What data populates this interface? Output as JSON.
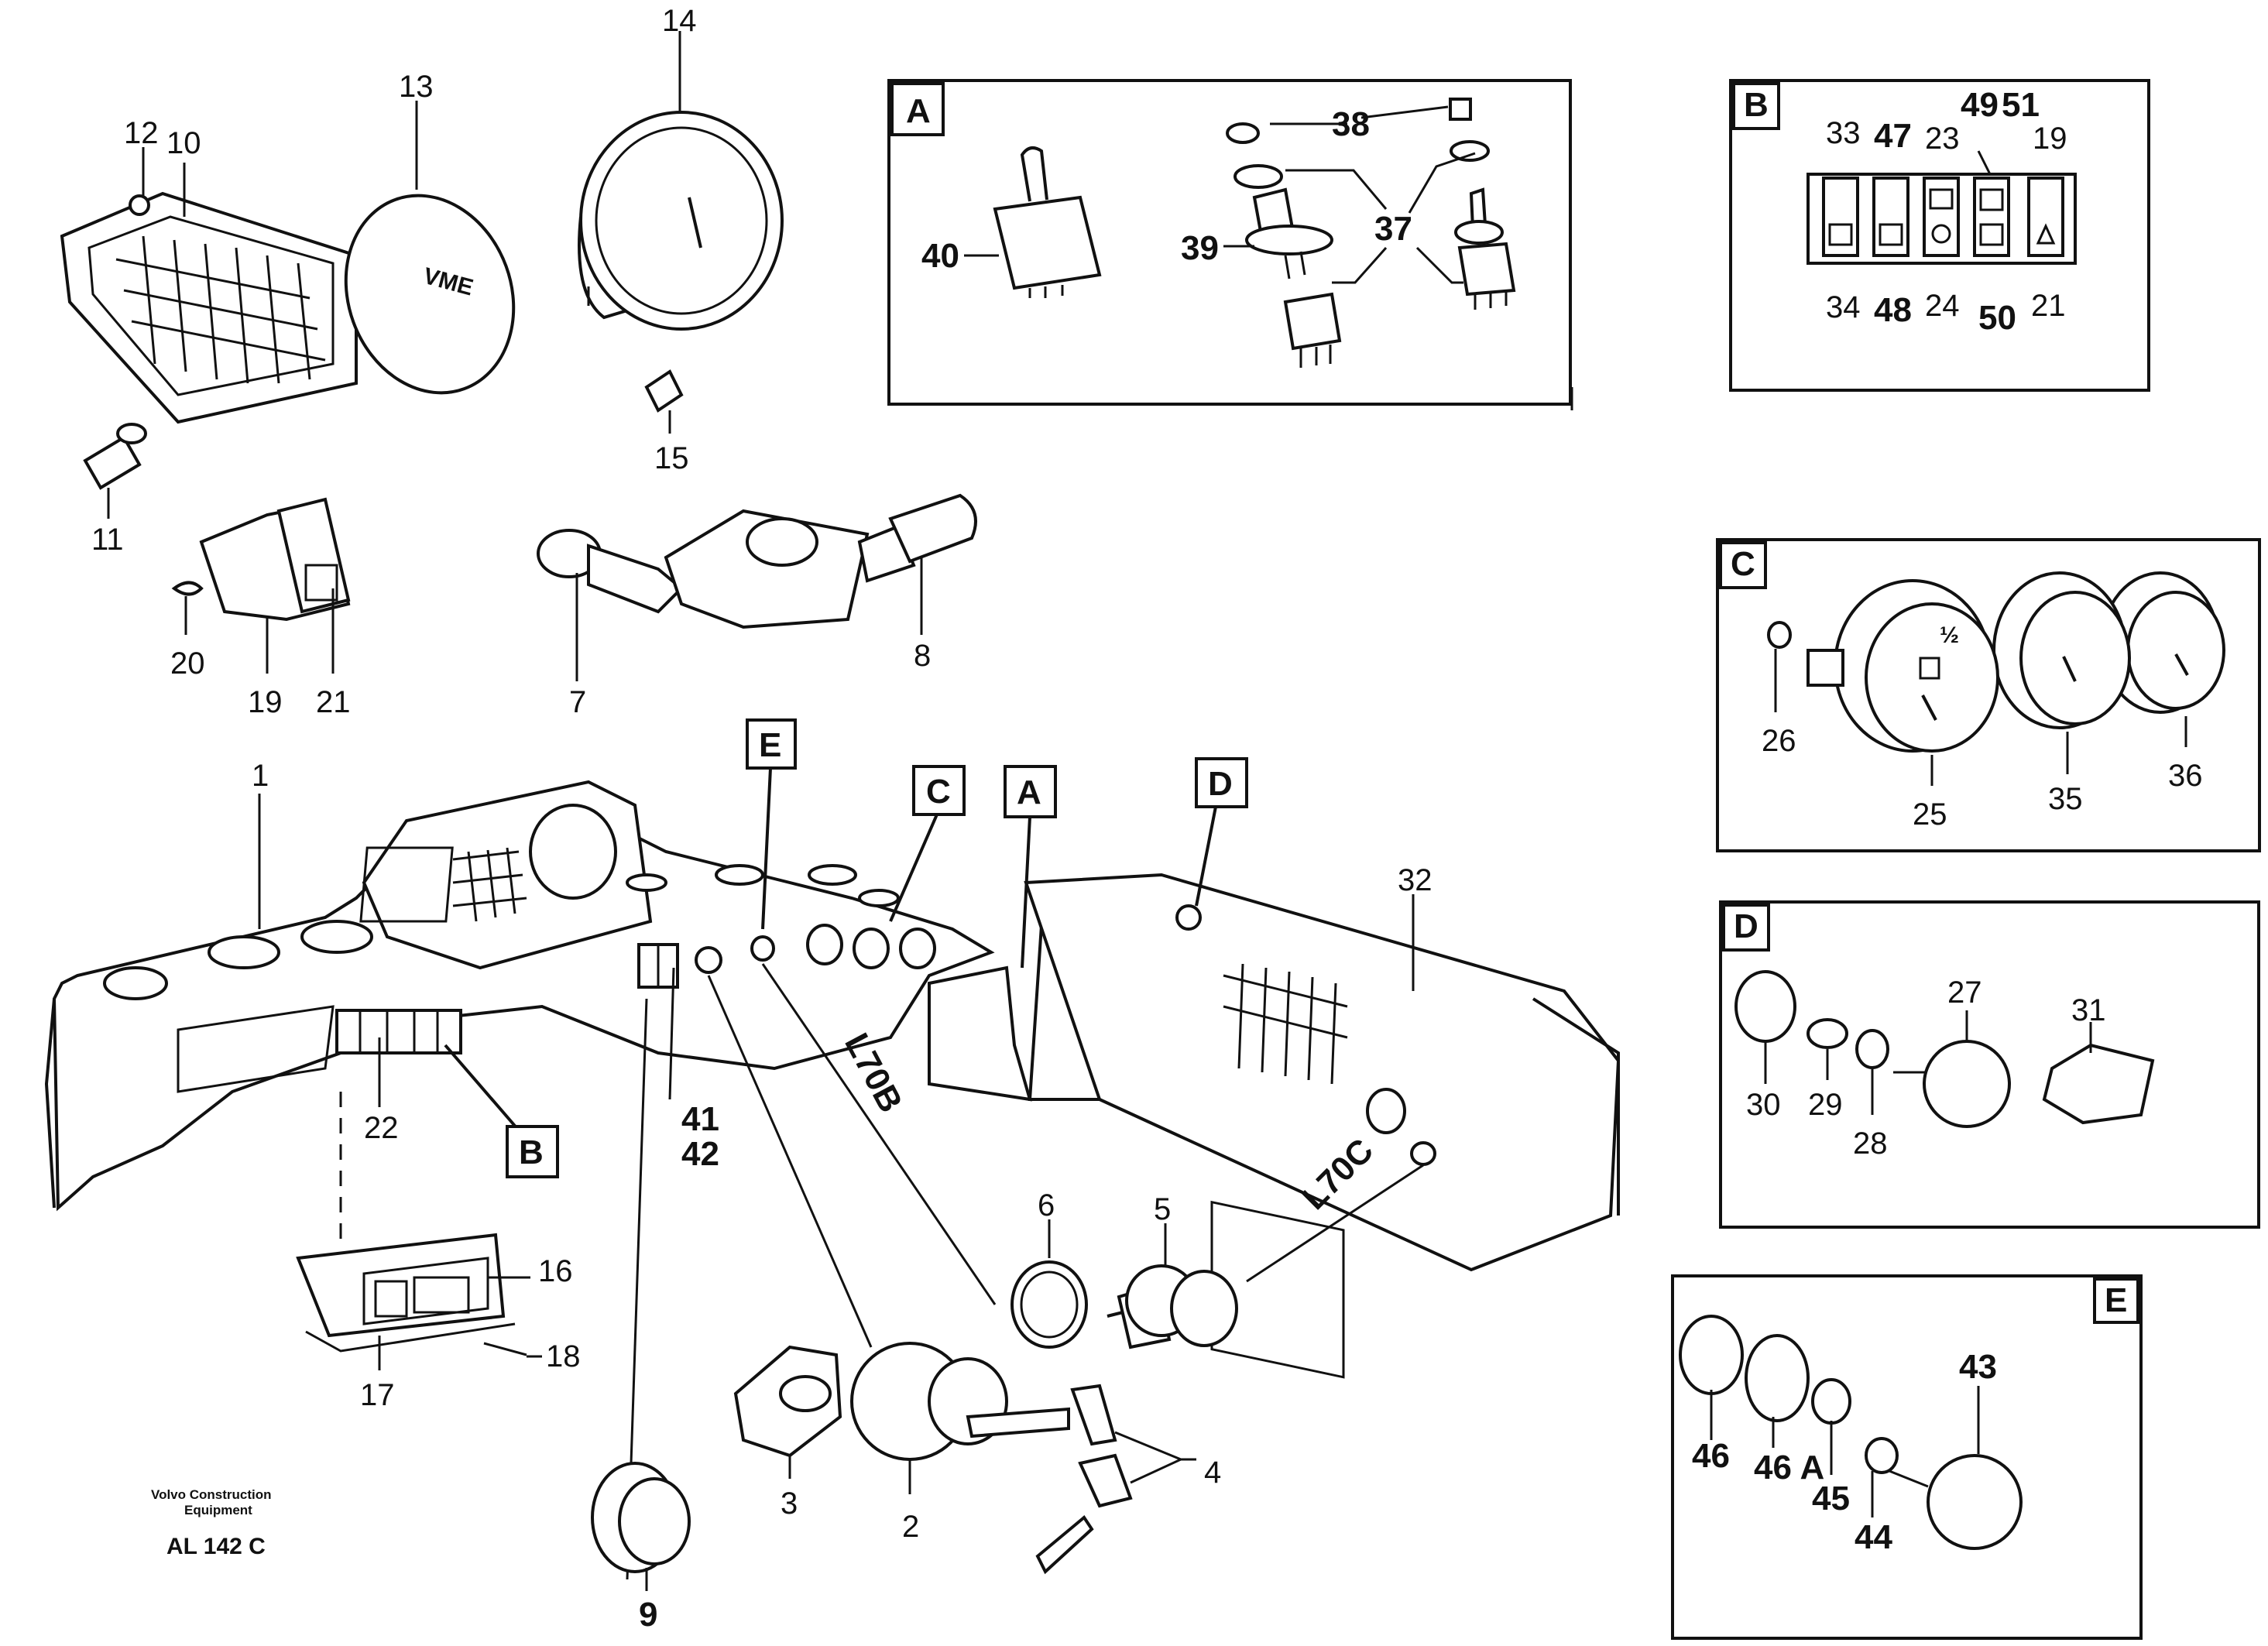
{
  "labels": {
    "n1": "1",
    "n2": "2",
    "n3": "3",
    "n4": "4",
    "n5": "5",
    "n6": "6",
    "n7": "7",
    "n8": "8",
    "n9": "9",
    "n10": "10",
    "n11": "11",
    "n12": "12",
    "n13": "13",
    "n14": "14",
    "n15": "15",
    "n16": "16",
    "n17": "17",
    "n18": "18",
    "n19": "19",
    "n20": "20",
    "n21": "21",
    "n22": "22",
    "n32": "32",
    "n41": "41",
    "n42": "42"
  },
  "callouts": {
    "A": "A",
    "B": "B",
    "C": "C",
    "D": "D",
    "E": "E"
  },
  "wire_codes": {
    "l70b": "L70B",
    "l70c": "L70C"
  },
  "logo_text": "VME",
  "footer": {
    "company_line1": "Volvo Construction",
    "company_line2": "Equipment",
    "code": "AL 142 C"
  },
  "detail_a": {
    "title": "A",
    "labels": {
      "n37": "37",
      "n38": "38",
      "n39": "39",
      "n40": "40"
    }
  },
  "detail_b": {
    "title": "B",
    "top": [
      "33",
      "47",
      "23",
      "49",
      "51",
      "19"
    ],
    "bottom": [
      "34",
      "48",
      "24",
      "50",
      "21"
    ]
  },
  "detail_c": {
    "title": "C",
    "labels": {
      "n25": "25",
      "n26": "26",
      "n35": "35",
      "n36": "36"
    },
    "gauge_mark": "½"
  },
  "detail_d": {
    "title": "D",
    "labels": {
      "n27": "27",
      "n28": "28",
      "n29": "29",
      "n30": "30",
      "n31": "31"
    }
  },
  "detail_e": {
    "title": "E",
    "labels": {
      "n43": "43",
      "n44": "44",
      "n45": "45",
      "n46": "46",
      "n46a": "46 A"
    }
  }
}
